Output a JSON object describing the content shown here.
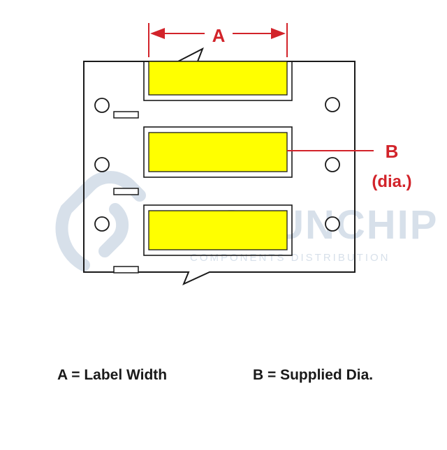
{
  "dimension_a": {
    "letter": "A"
  },
  "dimension_b": {
    "letter": "B",
    "qualifier": "(dia.)"
  },
  "legend": {
    "a": "A = Label Width",
    "b": "B = Supplied Dia."
  },
  "watermark": {
    "brand": "BASEUNCHIP",
    "tagline": "COMPONENTS DISTRIBUTION"
  },
  "colors": {
    "dimension": "#d2232a",
    "label_fill": "#ffff00",
    "outline": "#1a1a1a",
    "watermark": "#b7c7d9"
  }
}
